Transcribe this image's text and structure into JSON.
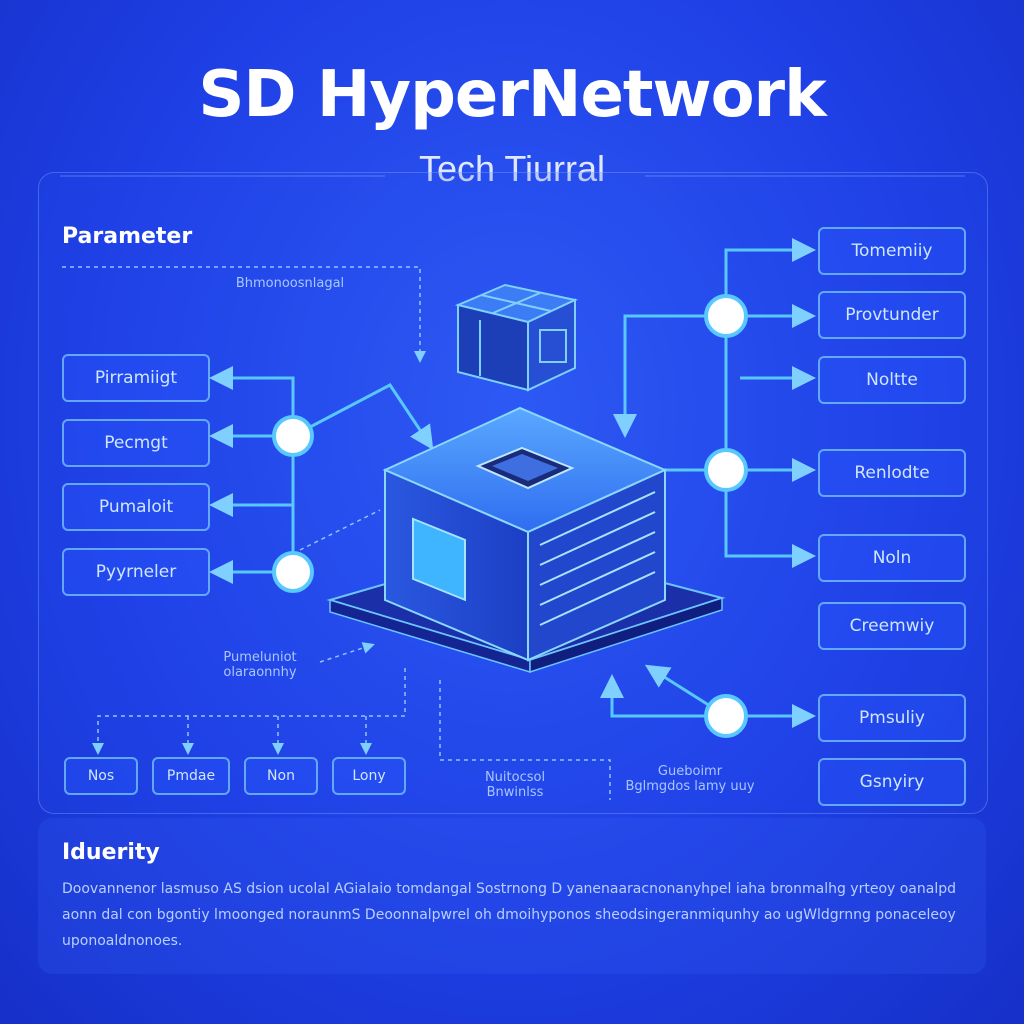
{
  "title": "SD HyperNetwork",
  "subtitle": "Tech Tiurral",
  "sections": {
    "parameter_heading": "Parameter",
    "bottom_heading": "Iduerity"
  },
  "left_boxes": [
    "Pirramiigt",
    "Pecmgt",
    "Pumaloit",
    "Pyyrneler"
  ],
  "right_boxes": [
    "Tomemiiy",
    "Provtunder",
    "Noltte",
    "Renlodte",
    "Noln",
    "Creemwiy",
    "Pmsuliy",
    "Gsnyiry"
  ],
  "bottom_boxes": [
    "Nos",
    "Pmdae",
    "Non",
    "Lony"
  ],
  "annotations": {
    "top": "Bhmonoosnlagal",
    "mid_left": "Pumeluniot\nolaraonnhy",
    "bottom_mid": "Nuitocsol\nBnwinlss",
    "bottom_right": "Gueboimr\nBglmgdos lamy uuy"
  },
  "description": "Doovannenor lasmuso AS dsion ucolal AGialaio tomdangal Sostrnong D yanenaaracnonanyhpel iaha bronmalhg yrteoy oanalpd aonn dal con bgontiy lmoonged noraunmS Deoonnalpwrel oh dmoihyponos sheodsingeranmiqunhy ao ugWldgrnng ponaceleoy uponoaldnonoes."
}
